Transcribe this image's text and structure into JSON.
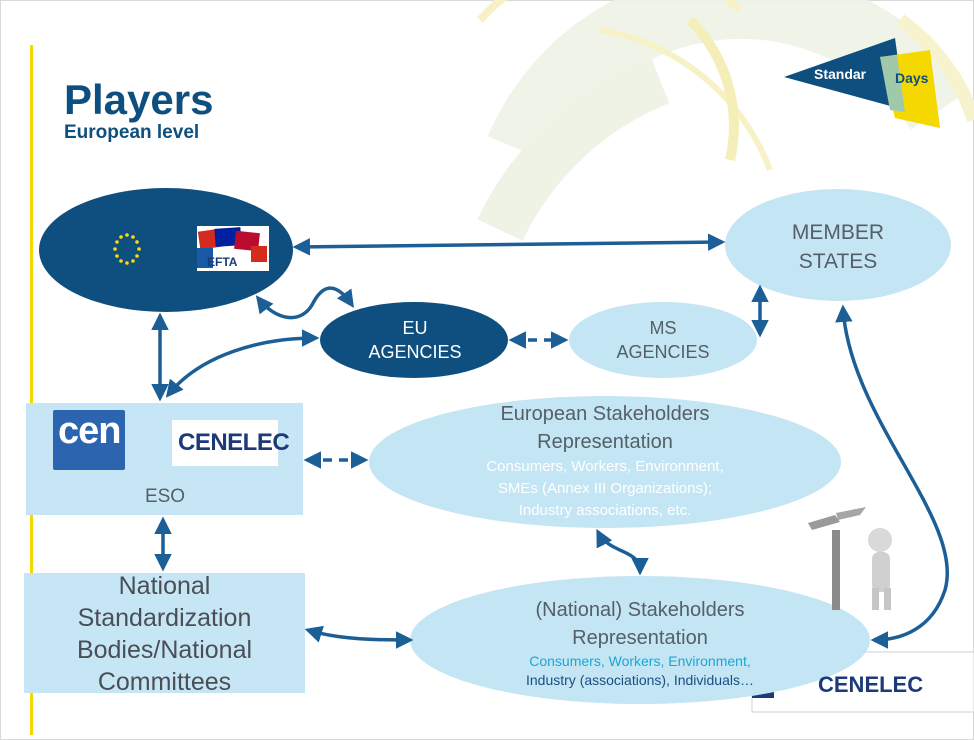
{
  "slide": {
    "title": "Players",
    "subtitle": "European level"
  },
  "logo": {
    "word_a": "Standar",
    "word_b": "Days"
  },
  "nodes": {
    "eu_efta": {
      "efta_label": "EFTA"
    },
    "member_states": {
      "line1": "MEMBER",
      "line2": "STATES"
    },
    "eu_agencies": {
      "line1": "EU",
      "line2": "AGENCIES"
    },
    "ms_agencies": {
      "line1": "MS",
      "line2": "AGENCIES"
    },
    "eso": {
      "cen": "cen",
      "cenelec": "CENELEC",
      "label": "ESO"
    },
    "european_stakeholders": {
      "line1": "European Stakeholders",
      "line2": "Representation",
      "detail1": "Consumers, Workers, Environment,",
      "detail2": "SMEs (Annex III Organizations);",
      "detail3": "Industry associations, etc."
    },
    "national_bodies": {
      "line1": "National",
      "line2": "Standardization",
      "line3": "Bodies/National",
      "line4": "Committees"
    },
    "national_stakeholders": {
      "line1": "(National) Stakeholders",
      "line2": "Representation",
      "detail1": "Consumers, Workers, Environment,",
      "detail2": "Industry (associations), Individuals…"
    }
  },
  "bottom_logo": {
    "text": "CENELEC"
  },
  "colors": {
    "navy": "#0f4f7f",
    "light_blue": "#c7e6f5",
    "ellipse_light": "#c4e5f3",
    "arrow": "#1b5f96",
    "yellow": "#f4d800"
  }
}
